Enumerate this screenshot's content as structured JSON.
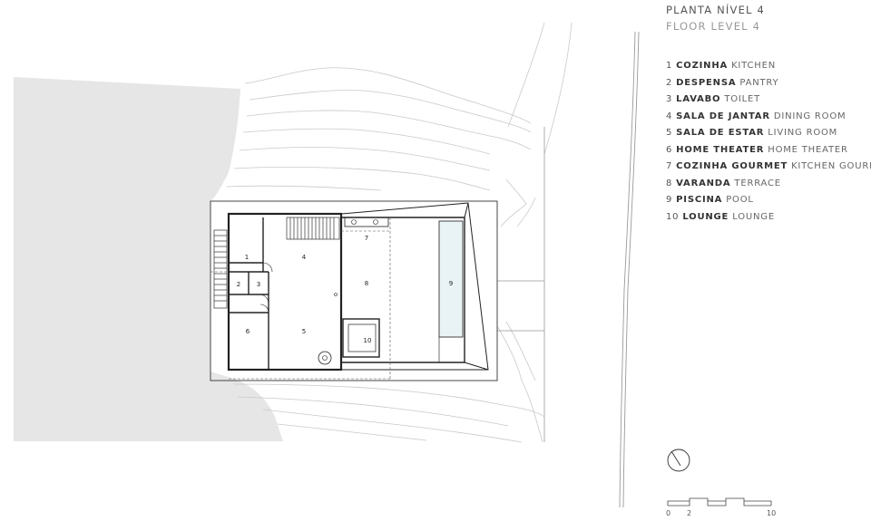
{
  "header": {
    "title": "PLANTA NÍVEL 4",
    "subtitle": "FLOOR LEVEL 4"
  },
  "legend": [
    {
      "num": "1",
      "pt": "COZINHA",
      "en": "KITCHEN"
    },
    {
      "num": "2",
      "pt": "DESPENSA",
      "en": "PANTRY"
    },
    {
      "num": "3",
      "pt": "LAVABO",
      "en": "TOILET"
    },
    {
      "num": "4",
      "pt": "SALA DE JANTAR",
      "en": "DINING ROOM"
    },
    {
      "num": "5",
      "pt": "SALA DE ESTAR",
      "en": "LIVING ROOM"
    },
    {
      "num": "6",
      "pt": "HOME THEATER",
      "en": "HOME THEATER"
    },
    {
      "num": "7",
      "pt": "COZINHA GOURMET",
      "en": "KITCHEN GOURMET"
    },
    {
      "num": "8",
      "pt": "VARANDA",
      "en": "TERRACE"
    },
    {
      "num": "9",
      "pt": "PISCINA",
      "en": "POOL"
    },
    {
      "num": "10",
      "pt": "LOUNGE",
      "en": "LOUNGE"
    }
  ],
  "plan": {
    "room_labels": [
      "1",
      "2",
      "3",
      "4",
      "5",
      "6",
      "7",
      "8",
      "9",
      "10"
    ],
    "colors": {
      "terrain": "#e6e6e6",
      "pool": "#e9f3f6",
      "line": "#333333",
      "contour": "#c4c4c4"
    }
  },
  "scale": {
    "labels": [
      "0",
      "2",
      "10"
    ]
  }
}
